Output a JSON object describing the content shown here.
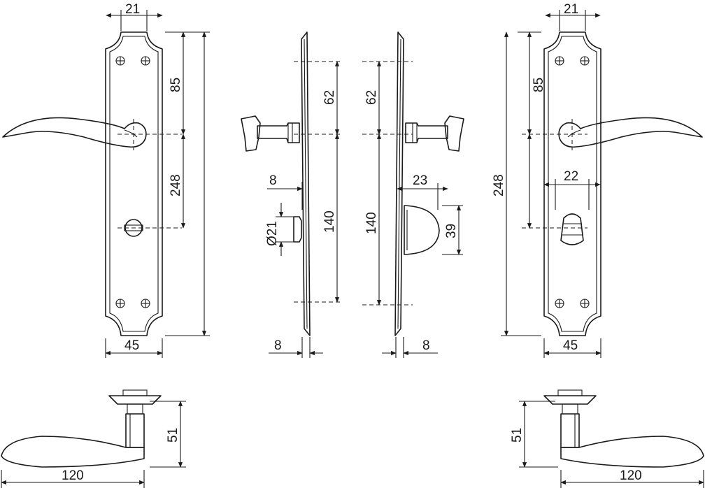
{
  "dimensions": {
    "front_left_top_width": "21",
    "front_left_spindle_from_top": "85",
    "front_left_spindle_to_key": "248",
    "front_left_bottom_width": "45",
    "side_left_upper": "62",
    "side_left_thickness_label": "8",
    "side_left_knob_diameter": "Ø21",
    "side_left_lower": "140",
    "side_left_plate_thickness": "8",
    "side_right_upper": "62",
    "side_right_projection": "23",
    "side_right_lower": "140",
    "side_right_turn_height": "39",
    "side_right_plate_thickness": "8",
    "front_right_top_width": "21",
    "front_right_spindle_from_top": "85",
    "front_right_overall": "248",
    "front_right_turn_width": "22",
    "front_right_bottom_width": "45",
    "top_left_height": "51",
    "top_left_length": "120",
    "top_right_height": "51",
    "top_right_length": "120"
  }
}
